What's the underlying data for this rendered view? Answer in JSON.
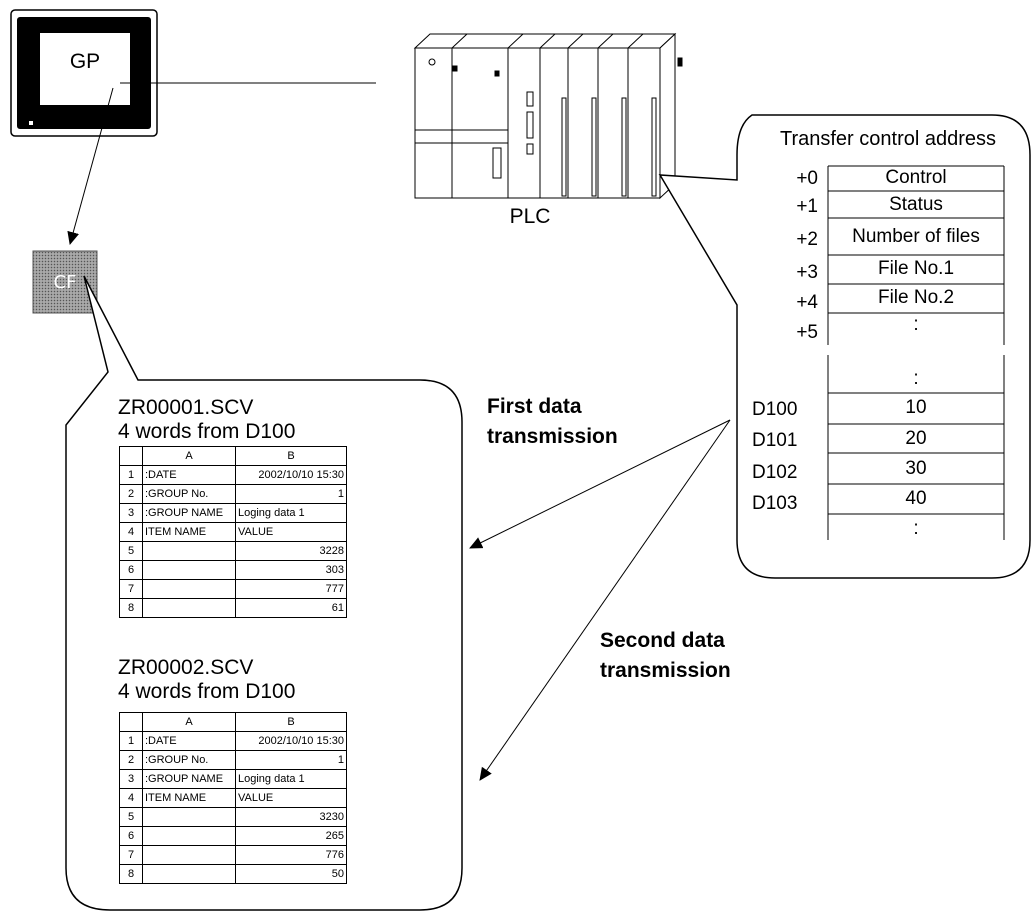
{
  "gp": {
    "label": "GP"
  },
  "cf": {
    "label": "CF"
  },
  "plc": {
    "label": "PLC"
  },
  "transfer": {
    "title": "Transfer control address",
    "offsets": [
      "+0",
      "+1",
      "+2",
      "+3",
      "+4",
      "+5"
    ],
    "fields": [
      "Control",
      "Status",
      "Number of files",
      "File No.1",
      "File No.2",
      ":"
    ],
    "ellipsis": ":",
    "registers": [
      "D100",
      "D101",
      "D102",
      "D103"
    ],
    "register_values": [
      "10",
      "20",
      "30",
      "40"
    ],
    "tail": ":"
  },
  "transmissions": {
    "first": "First data\ntransmission",
    "second": "Second data\ntransmission"
  },
  "files": [
    {
      "name": "ZR00001.SCV",
      "desc": "4 words from D100",
      "header": [
        "",
        "A",
        "B"
      ],
      "rows": [
        [
          "1",
          ":DATE",
          "2002/10/10 15:30"
        ],
        [
          "2",
          ":GROUP No.",
          "1"
        ],
        [
          "3",
          ":GROUP NAME",
          "Loging data 1"
        ],
        [
          "4",
          "ITEM NAME",
          "VALUE"
        ],
        [
          "5",
          "",
          "3228"
        ],
        [
          "6",
          "",
          "303"
        ],
        [
          "7",
          "",
          "777"
        ],
        [
          "8",
          "",
          "61"
        ]
      ]
    },
    {
      "name": "ZR00002.SCV",
      "desc": "4 words from D100",
      "header": [
        "",
        "A",
        "B"
      ],
      "rows": [
        [
          "1",
          ":DATE",
          "2002/10/10 15:30"
        ],
        [
          "2",
          ":GROUP No.",
          "1"
        ],
        [
          "3",
          ":GROUP NAME",
          "Loging data 1"
        ],
        [
          "4",
          "ITEM NAME",
          "VALUE"
        ],
        [
          "5",
          "",
          "3230"
        ],
        [
          "6",
          "",
          "265"
        ],
        [
          "7",
          "",
          "776"
        ],
        [
          "8",
          "",
          "50"
        ]
      ]
    }
  ]
}
